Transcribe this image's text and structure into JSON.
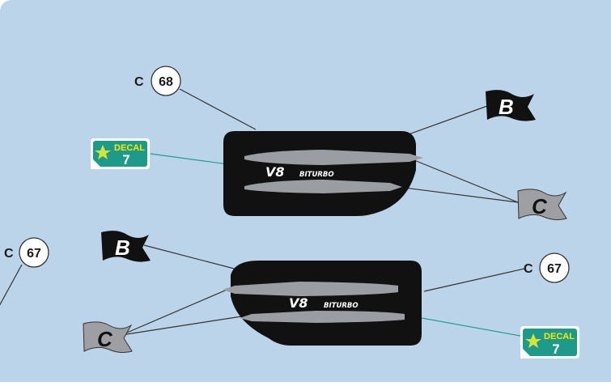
{
  "colors": {
    "background": "#bcd4e9",
    "panel": "#111111",
    "bar": "#9a9da1",
    "flag_black": "#111111",
    "flag_grey": "#9d9fa2",
    "decal_green": "#1e9a8a",
    "leader": "#333333",
    "decal_leader": "#1ea090"
  },
  "callouts": {
    "part_68": {
      "prefix": "C",
      "number": "68"
    },
    "part_67_left": {
      "prefix": "C",
      "number": "67"
    },
    "part_67_right": {
      "prefix": "C",
      "number": "67"
    }
  },
  "flags": {
    "b_top": {
      "letter": "B",
      "color": "black"
    },
    "c_right": {
      "letter": "C",
      "color": "grey"
    },
    "b_left": {
      "letter": "B",
      "color": "black"
    },
    "c_left": {
      "letter": "C",
      "color": "grey"
    }
  },
  "decals": {
    "top": {
      "label": "DECAL",
      "number": "7",
      "icon": "star-icon"
    },
    "bottom": {
      "label": "DECAL",
      "number": "7",
      "icon": "star-icon"
    }
  },
  "badges": {
    "top": {
      "big": "V8",
      "small": "BITURBO"
    },
    "bottom": {
      "big": "V8",
      "small": "BITURBO"
    }
  }
}
